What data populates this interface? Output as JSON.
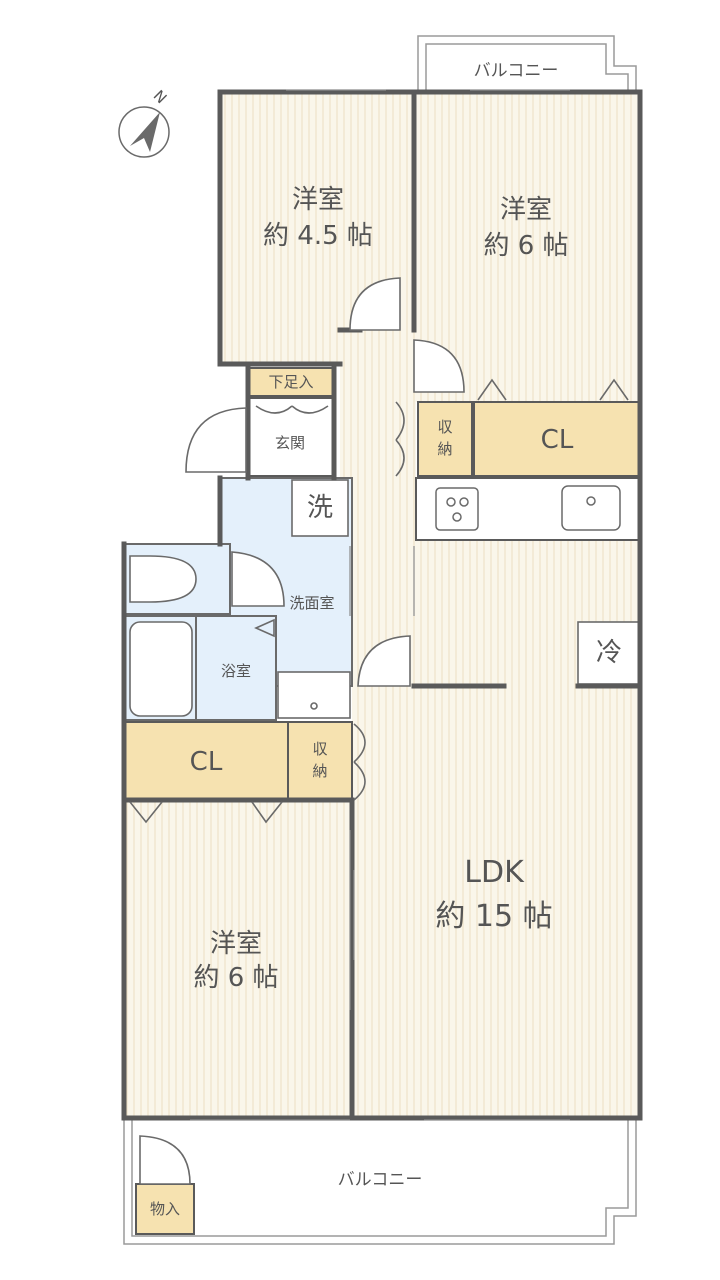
{
  "north": {
    "label": "N"
  },
  "balcony_top": "バルコニー",
  "balcony_bottom": "バルコニー",
  "rooms": {
    "western_45": {
      "name": "洋室",
      "size": "約 4.5 帖"
    },
    "western_6_top": {
      "name": "洋室",
      "size": "約 6 帖"
    },
    "western_6_bottom": {
      "name": "洋室",
      "size": "約 6 帖"
    },
    "ldk": {
      "name": "LDK",
      "size": "約 15 帖"
    },
    "shoe_storage": "下足入",
    "entrance": "玄関",
    "washroom": "洗面室",
    "bath": "浴室",
    "closet_top": "CL",
    "closet_left": "CL",
    "storage_top": [
      "収",
      "納"
    ],
    "storage_mid": [
      "収",
      "納"
    ],
    "washer": "洗",
    "fridge": "冷",
    "outdoor_storage": "物入"
  },
  "colors": {
    "wall": "#5a5a5a",
    "floor": "#faf6ea",
    "floor_stripe": "#eadfc4",
    "closet": "#f6e2b0",
    "wet_area": "#e4f0fb",
    "outline": "#8a8a8a"
  }
}
